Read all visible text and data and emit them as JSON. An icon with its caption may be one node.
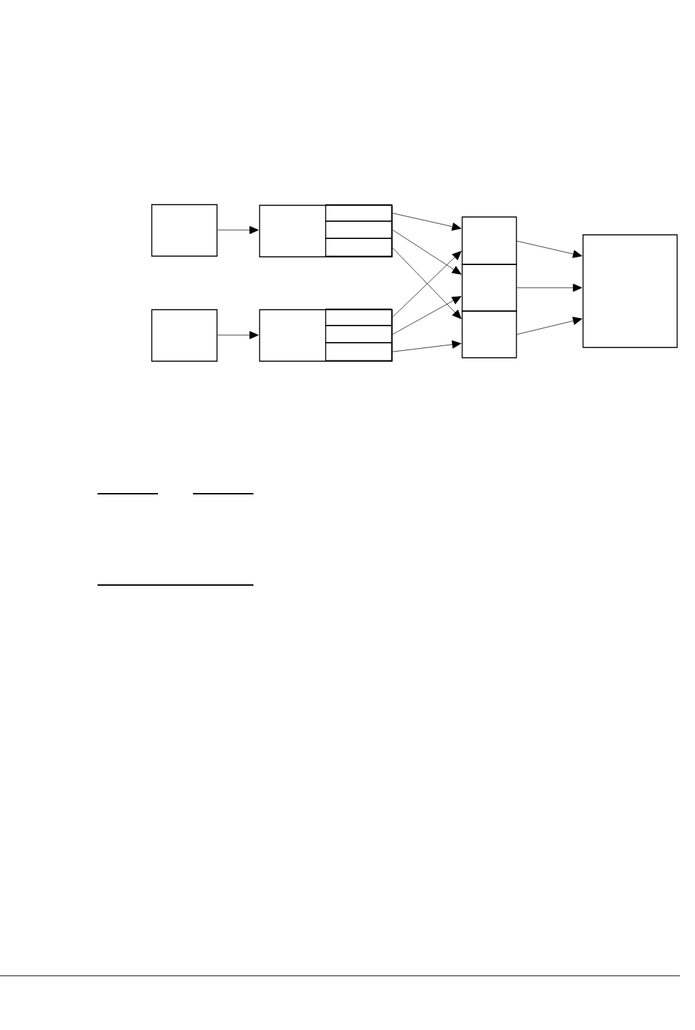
{
  "diagram": {
    "nodes": [
      {
        "text": [],
        "shape": "box"
      },
      {
        "text": [],
        "shape": "box"
      },
      {
        "text": [],
        "shape": "box",
        "in": 1
      },
      {
        "text": [],
        "shape": "box",
        "in": 1
      },
      {
        "text": [],
        "shape": "box",
        "in": 1
      },
      {
        "text": [],
        "shape": "box"
      },
      {
        "text": [],
        "shape": "box"
      },
      {
        "text": [],
        "shape": "box",
        "in": 6
      },
      {
        "text": [],
        "shape": "box",
        "in": 6
      },
      {
        "text": [],
        "shape": "box",
        "in": 6
      },
      {
        "text": [],
        "shape": "box"
      },
      {
        "text": [],
        "shape": "box"
      },
      {
        "text": [],
        "shape": "box"
      },
      {
        "text": [],
        "shape": "box"
      }
    ],
    "edges": [
      {
        "from": 0,
        "to": 1,
        "arrow": "to"
      },
      {
        "from": 5,
        "to": 6,
        "arrow": "to"
      },
      {
        "from": 2,
        "to": 10,
        "arrow": "to"
      },
      {
        "from": 3,
        "to": 11,
        "arrow": "to"
      },
      {
        "from": 4,
        "to": 12,
        "arrow": "to"
      },
      {
        "from": 7,
        "to": 10,
        "arrow": "to"
      },
      {
        "from": 8,
        "to": 11,
        "arrow": "to"
      },
      {
        "from": 9,
        "to": 12,
        "arrow": "to"
      },
      {
        "from": 10,
        "to": 13,
        "arrow": "to"
      },
      {
        "from": 11,
        "to": 13,
        "arrow": "to"
      },
      {
        "from": 12,
        "to": 13,
        "arrow": "to"
      }
    ]
  }
}
